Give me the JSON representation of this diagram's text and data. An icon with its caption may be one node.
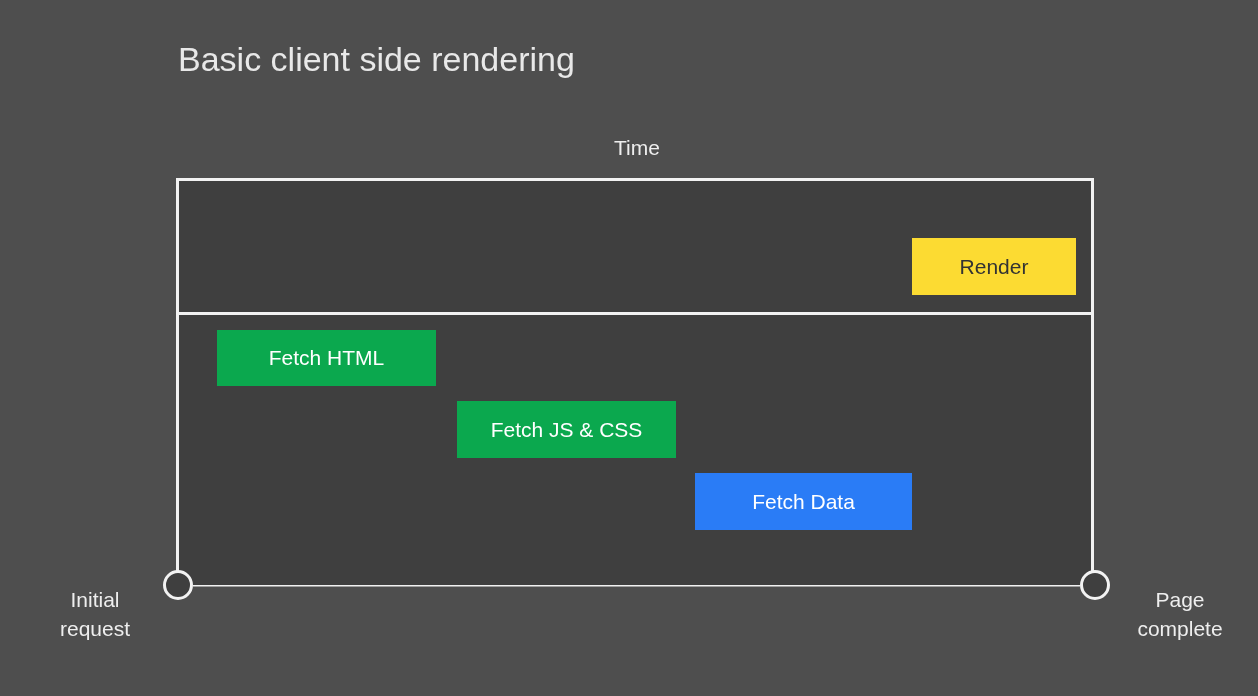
{
  "diagram": {
    "title": "Basic client side rendering",
    "nodes": [
      {
        "text": [],
        "shape": "box"
      },
      {
        "text": [],
        "shape": "box"
      },
      {
        "text": [
          "Render"
        ],
        "in": 0
      },
      {
        "text": [
          "Fetch HTML"
        ],
        "in": 1
      },
      {
        "text": [
          "Fetch JS & CSS"
        ],
        "in": 1
      },
      {
        "text": [
          "Fetch Data"
        ],
        "in": 1
      },
      {
        "text": [],
        "shape": "circle",
        "beside": [
          "Initial request"
        ]
      },
      {
        "text": [],
        "shape": "circle",
        "beside": [
          "Page complete"
        ]
      }
    ],
    "edges": [
      {
        "from": 6,
        "to": 7,
        "arrow": "none"
      }
    ],
    "labels": [
      "Time"
    ]
  }
}
